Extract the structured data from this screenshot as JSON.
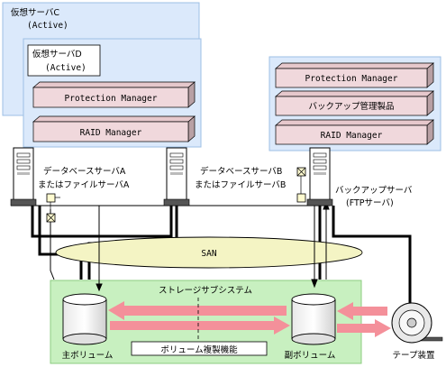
{
  "vserver_c": {
    "name": "仮想サーバC",
    "status": "(Active)"
  },
  "vserver_d": {
    "name": "仮想サーバD",
    "status": "(Active)"
  },
  "vserver_d_components": [
    "Protection Manager",
    "RAID Manager"
  ],
  "backup_host_components": [
    "Protection Manager",
    "バックアップ管理製品",
    "RAID Manager"
  ],
  "server_a": {
    "line1": "データベースサーバA",
    "line2": "またはファイルサーバA"
  },
  "server_b": {
    "line1": "データベースサーバB",
    "line2": "またはファイルサーバB"
  },
  "backup_server": {
    "line1": "バックアップサーバ",
    "line2": "(FTPサーバ)"
  },
  "san_label": "SAN",
  "storage_label": "ストレージサブシステム",
  "primary_volume": "主ボリューム",
  "secondary_volume": "副ボリューム",
  "replication_function": "ボリューム複製機能",
  "tape_device": "テープ装置",
  "colors": {
    "virtual_server_bg": "#dbe9fb",
    "storage_bg": "#c8f0c0",
    "san_fill": "#f4f4c4",
    "box_fill": "#f0d8dc",
    "box_dark": "#b8a0a4",
    "arrow": "#f4909a"
  }
}
